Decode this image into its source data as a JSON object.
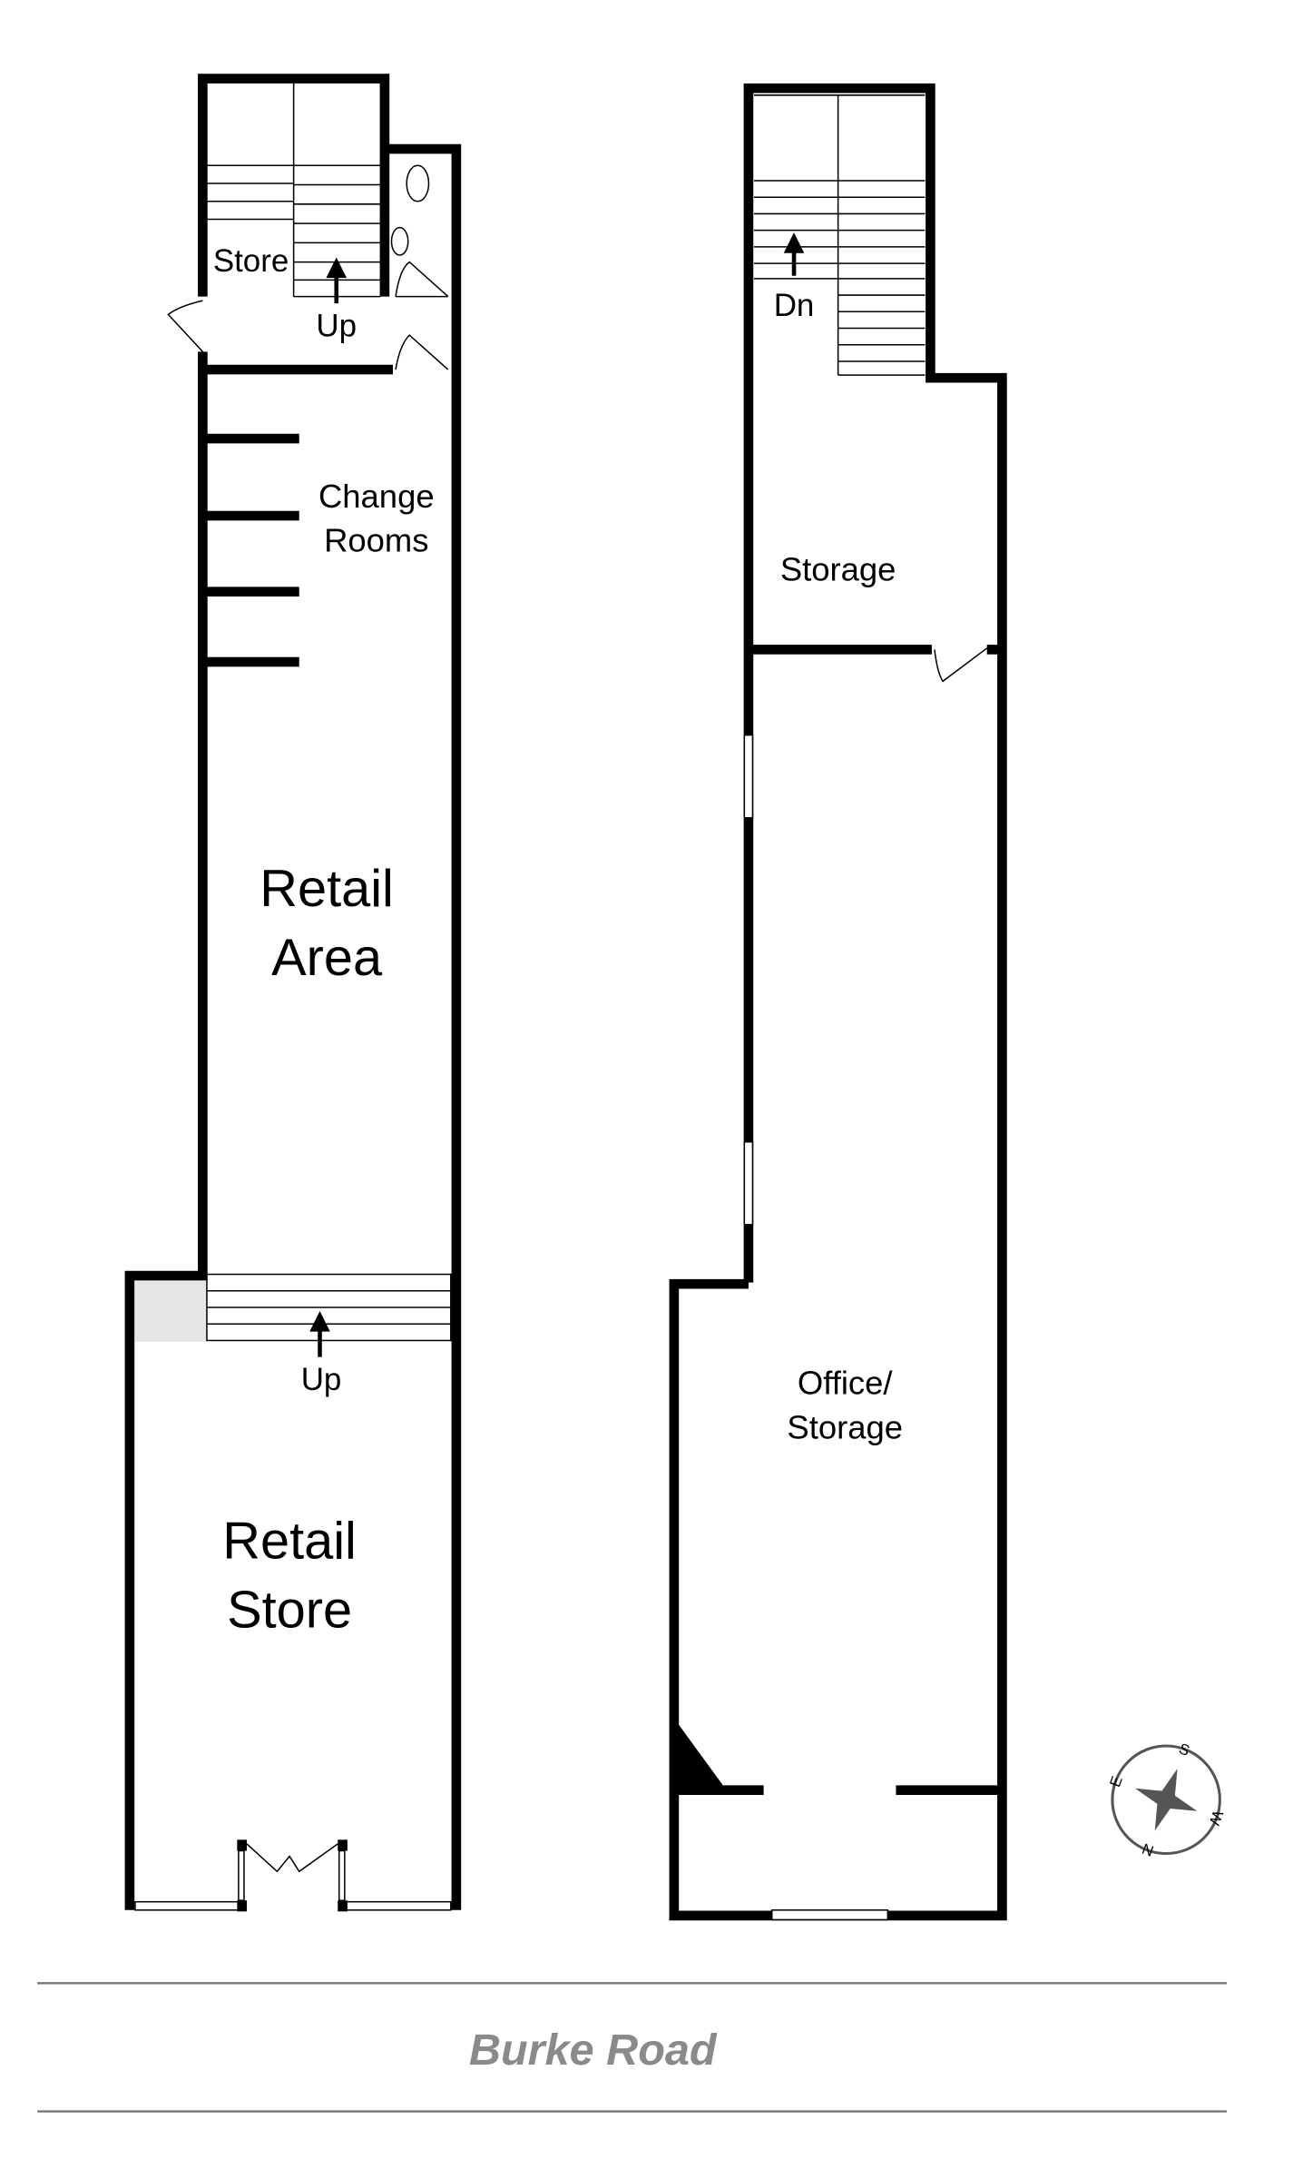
{
  "plan": {
    "ground_floor": {
      "store": "Store",
      "stairs_top": "Up",
      "change_rooms_line1": "Change",
      "change_rooms_line2": "Rooms",
      "retail_area_line1": "Retail",
      "retail_area_line2": "Area",
      "stairs_mid": "Up",
      "retail_store_line1": "Retail",
      "retail_store_line2": "Store"
    },
    "first_floor": {
      "stairs": "Dn",
      "storage": "Storage",
      "office_line1": "Office/",
      "office_line2": "Storage"
    },
    "street": "Burke Road",
    "compass": {
      "n": "N",
      "e": "E",
      "s": "S",
      "w": "W"
    }
  }
}
